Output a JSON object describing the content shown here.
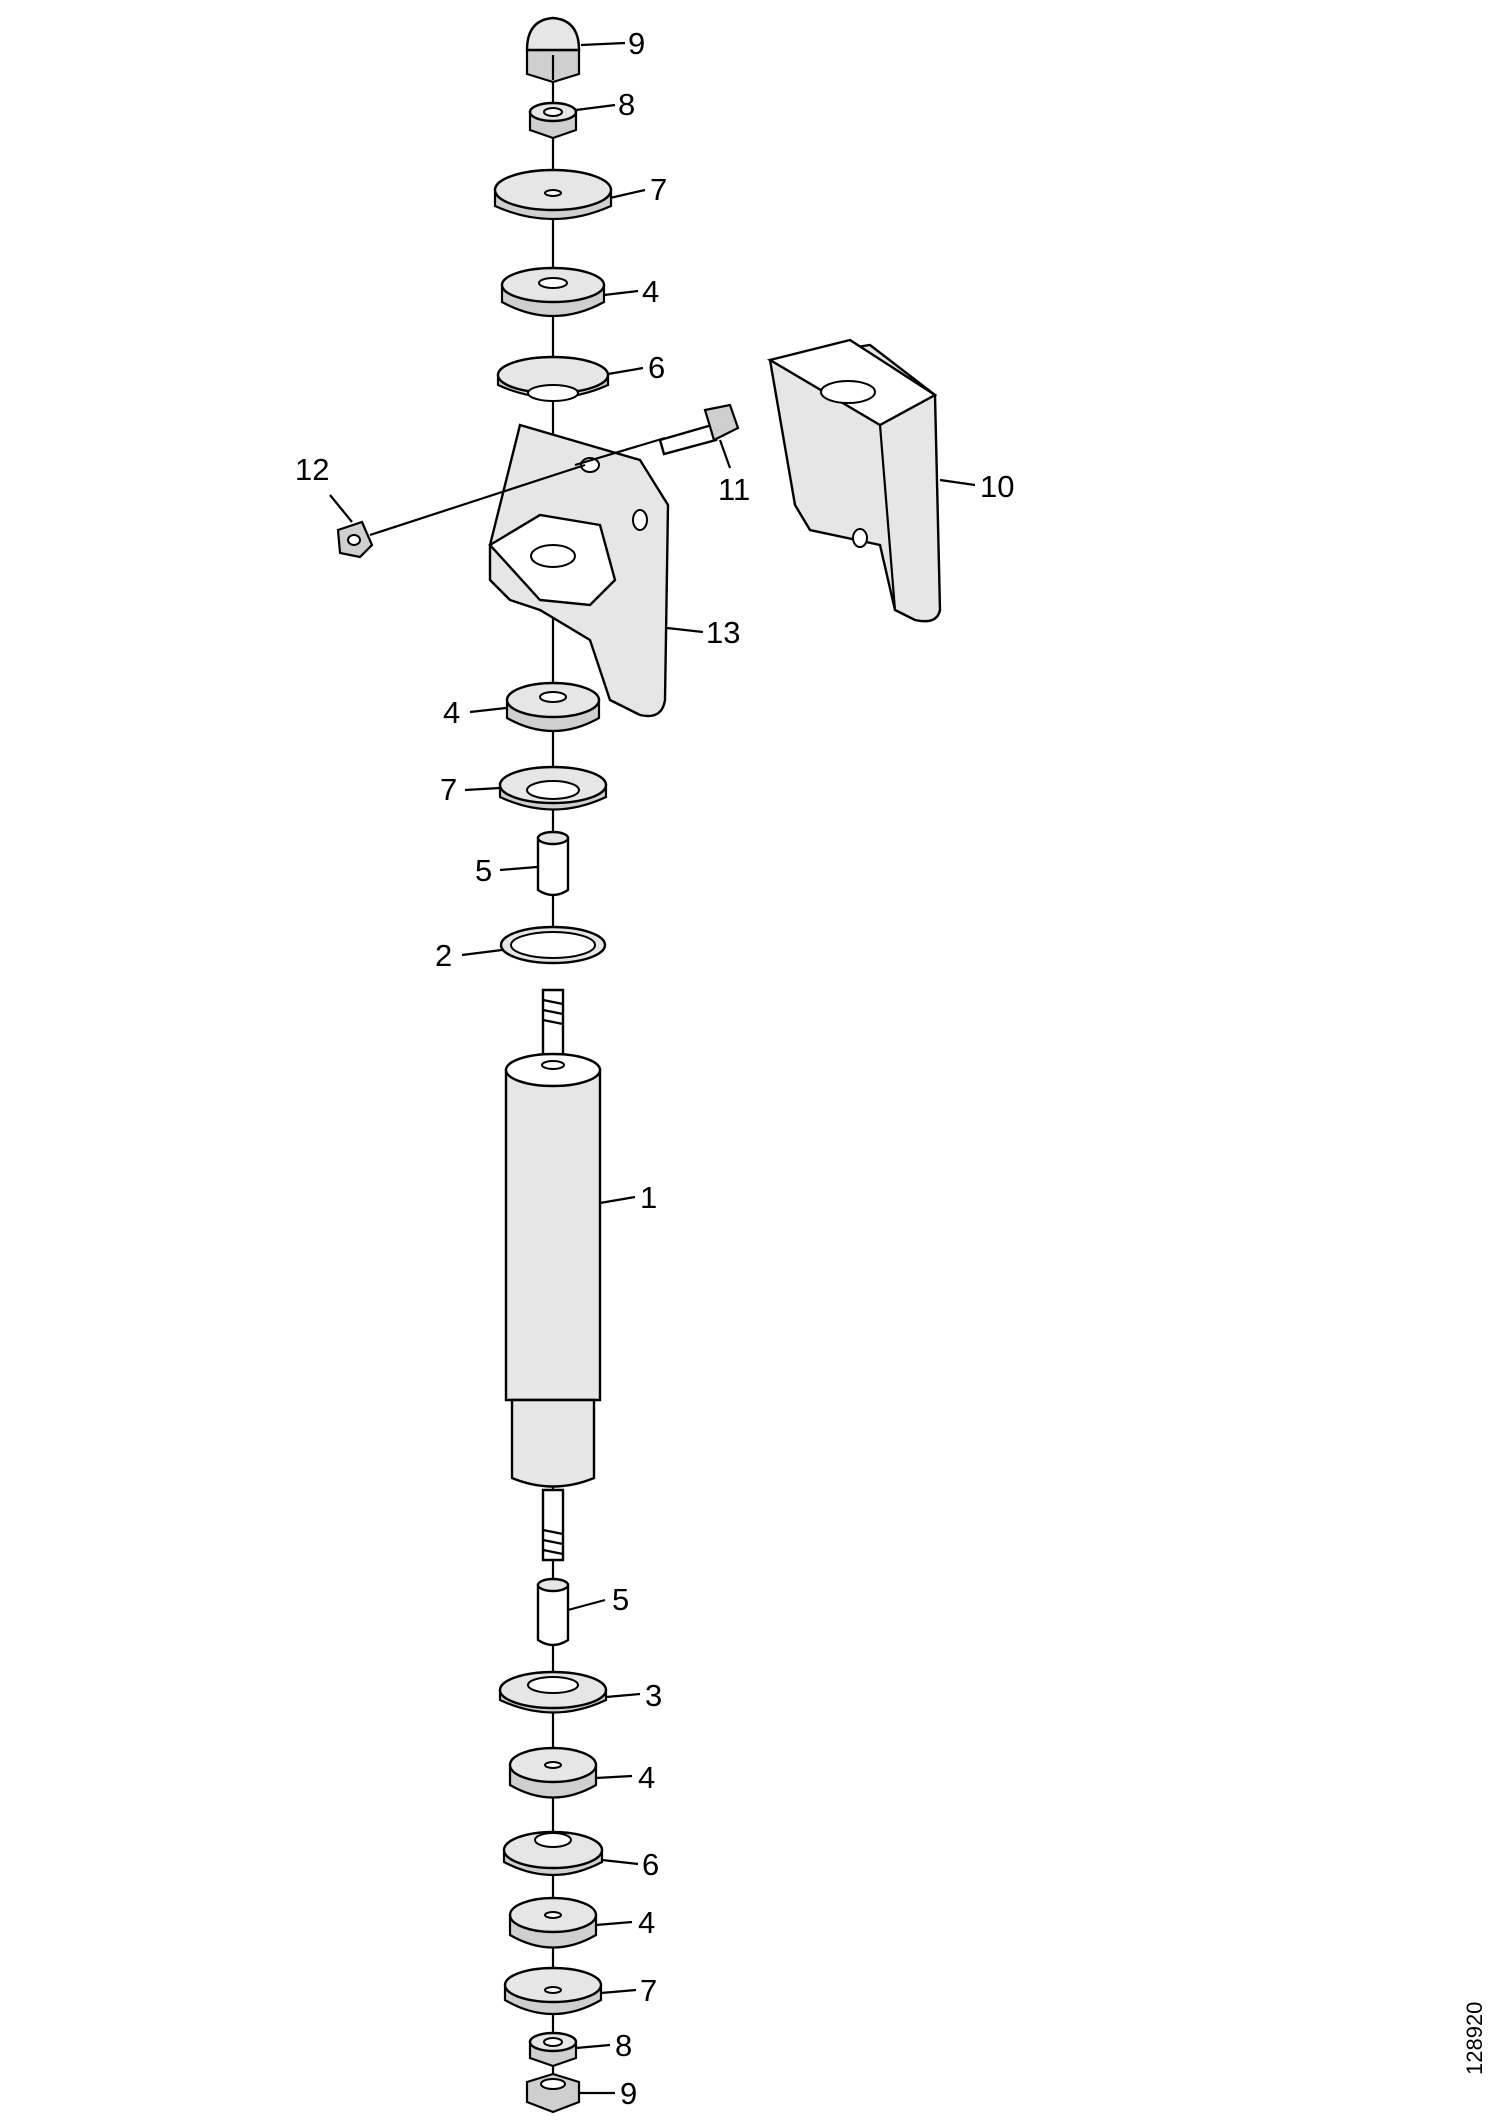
{
  "figure": {
    "id_label": "128920",
    "callouts": [
      {
        "key": "nut-top-cap",
        "label": "9"
      },
      {
        "key": "nut-top",
        "label": "8"
      },
      {
        "key": "washer-top",
        "label": "7"
      },
      {
        "key": "bushing-top",
        "label": "4"
      },
      {
        "key": "cup-top",
        "label": "6"
      },
      {
        "key": "bolt",
        "label": "11"
      },
      {
        "key": "bracket-right",
        "label": "10"
      },
      {
        "key": "locknut",
        "label": "12"
      },
      {
        "key": "bracket-main",
        "label": "13"
      },
      {
        "key": "bushing-mid",
        "label": "4"
      },
      {
        "key": "washer-mid",
        "label": "7"
      },
      {
        "key": "sleeve-top",
        "label": "5"
      },
      {
        "key": "ring",
        "label": "2"
      },
      {
        "key": "shock-absorber",
        "label": "1"
      },
      {
        "key": "sleeve-bottom",
        "label": "5"
      },
      {
        "key": "washer-bottom-flat",
        "label": "3"
      },
      {
        "key": "bushing-low-1",
        "label": "4"
      },
      {
        "key": "cup-bottom",
        "label": "6"
      },
      {
        "key": "bushing-low-2",
        "label": "4"
      },
      {
        "key": "washer-bottom",
        "label": "7"
      },
      {
        "key": "nut-bottom",
        "label": "8"
      },
      {
        "key": "nut-bottom-cap",
        "label": "9"
      }
    ]
  }
}
